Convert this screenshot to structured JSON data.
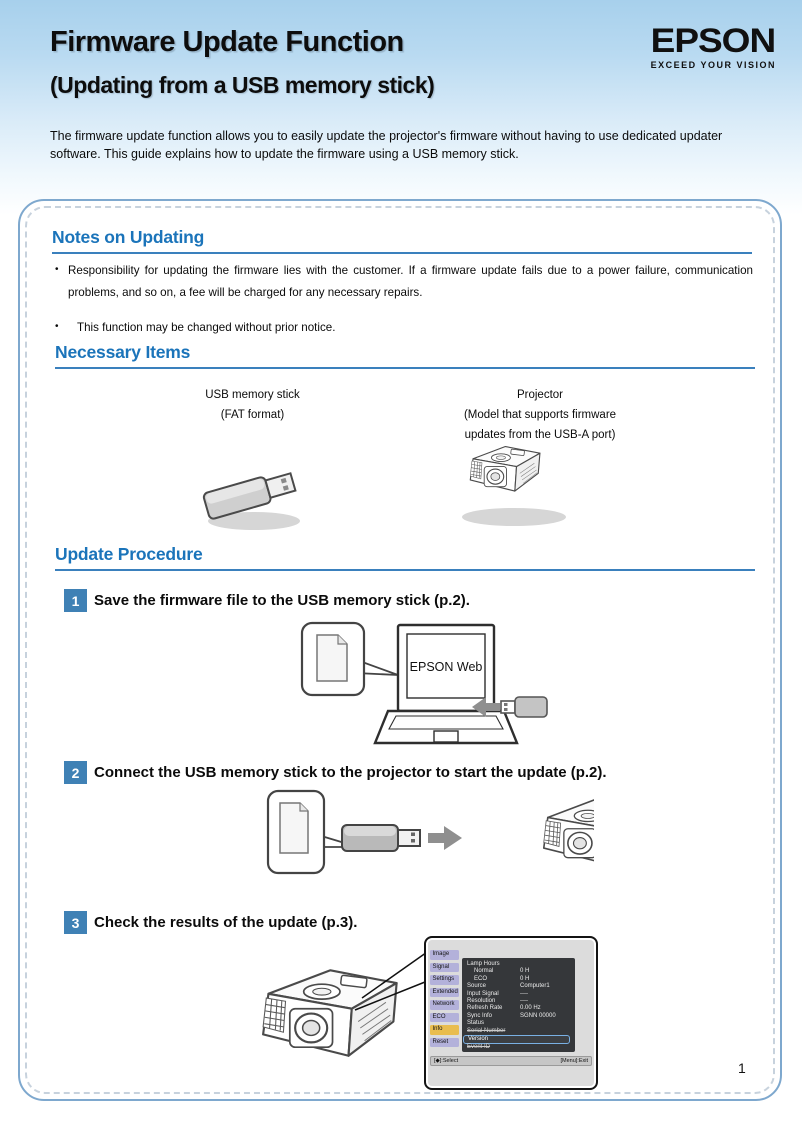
{
  "page": {
    "title": "Firmware Update Function",
    "subtitle": "(Updating from a USB memory stick)",
    "intro": "The firmware update function allows you to easily update the projector's firmware without having to use dedicated updater software. This guide explains how to update the firmware using a USB memory stick.",
    "page_number": "1"
  },
  "logo": {
    "brand": "EPSON",
    "tagline": "EXCEED YOUR VISION"
  },
  "sections": {
    "notes": {
      "heading": "Notes on Updating",
      "bullets": [
        "Responsibility for updating the firmware lies with the customer. If a firmware update fails due to a power failure, communication problems, and so on, a fee will be charged for any necessary repairs.",
        "This function may be changed without prior notice."
      ]
    },
    "items": {
      "heading": "Necessary Items",
      "usb": {
        "label": "USB memory stick",
        "sublabel": "(FAT format)"
      },
      "projector": {
        "label": "Projector",
        "sublabel_line1": "(Model that supports firmware",
        "sublabel_line2": "updates from the USB-A port)"
      }
    },
    "procedure": {
      "heading": "Update Procedure",
      "steps": [
        {
          "number": "1",
          "text": "Save the firmware file to the USB memory stick (p.2)."
        },
        {
          "number": "2",
          "text": "Connect the USB memory stick to the projector to start the update (p.2)."
        },
        {
          "number": "3",
          "text": "Check the results of the update (p.3)."
        }
      ]
    }
  },
  "illustrations": {
    "laptop_screen_label": "EPSON Web"
  },
  "osd_menu": {
    "sidebar": [
      "Image",
      "Signal",
      "Settings",
      "Extended",
      "Network",
      "ECO",
      "Info",
      "Reset"
    ],
    "active_item": "Info",
    "rows": [
      {
        "label": "Lamp Hours",
        "value": ""
      },
      {
        "label": "Normal",
        "value": "0 H"
      },
      {
        "label": "ECO",
        "value": "0 H"
      },
      {
        "label": "Source",
        "value": "Computer1"
      },
      {
        "label": "Input Signal",
        "value": "----"
      },
      {
        "label": "Resolution",
        "value": "----"
      },
      {
        "label": "Refresh Rate",
        "value": "0.00 Hz"
      },
      {
        "label": "Sync Info",
        "value": "SGNN 00000"
      },
      {
        "label": "Status",
        "value": ""
      },
      {
        "label": "Serial Number",
        "value": ""
      },
      {
        "label": "Version",
        "value": ""
      },
      {
        "label": "Event ID",
        "value": ""
      }
    ],
    "footer_left": "[◆]:Select",
    "footer_right": "[Menu]:Exit"
  },
  "colors": {
    "header_gradient_top": "#a7d0ec",
    "heading_blue": "#1b74ba",
    "panel_border": "#7ea8ce",
    "step_badge_blue": "#3f81b5",
    "osd_sidebar_lavender": "#b3b1da",
    "osd_active_yellow": "#e9bd4e",
    "osd_panel_dark": "#35373a"
  }
}
